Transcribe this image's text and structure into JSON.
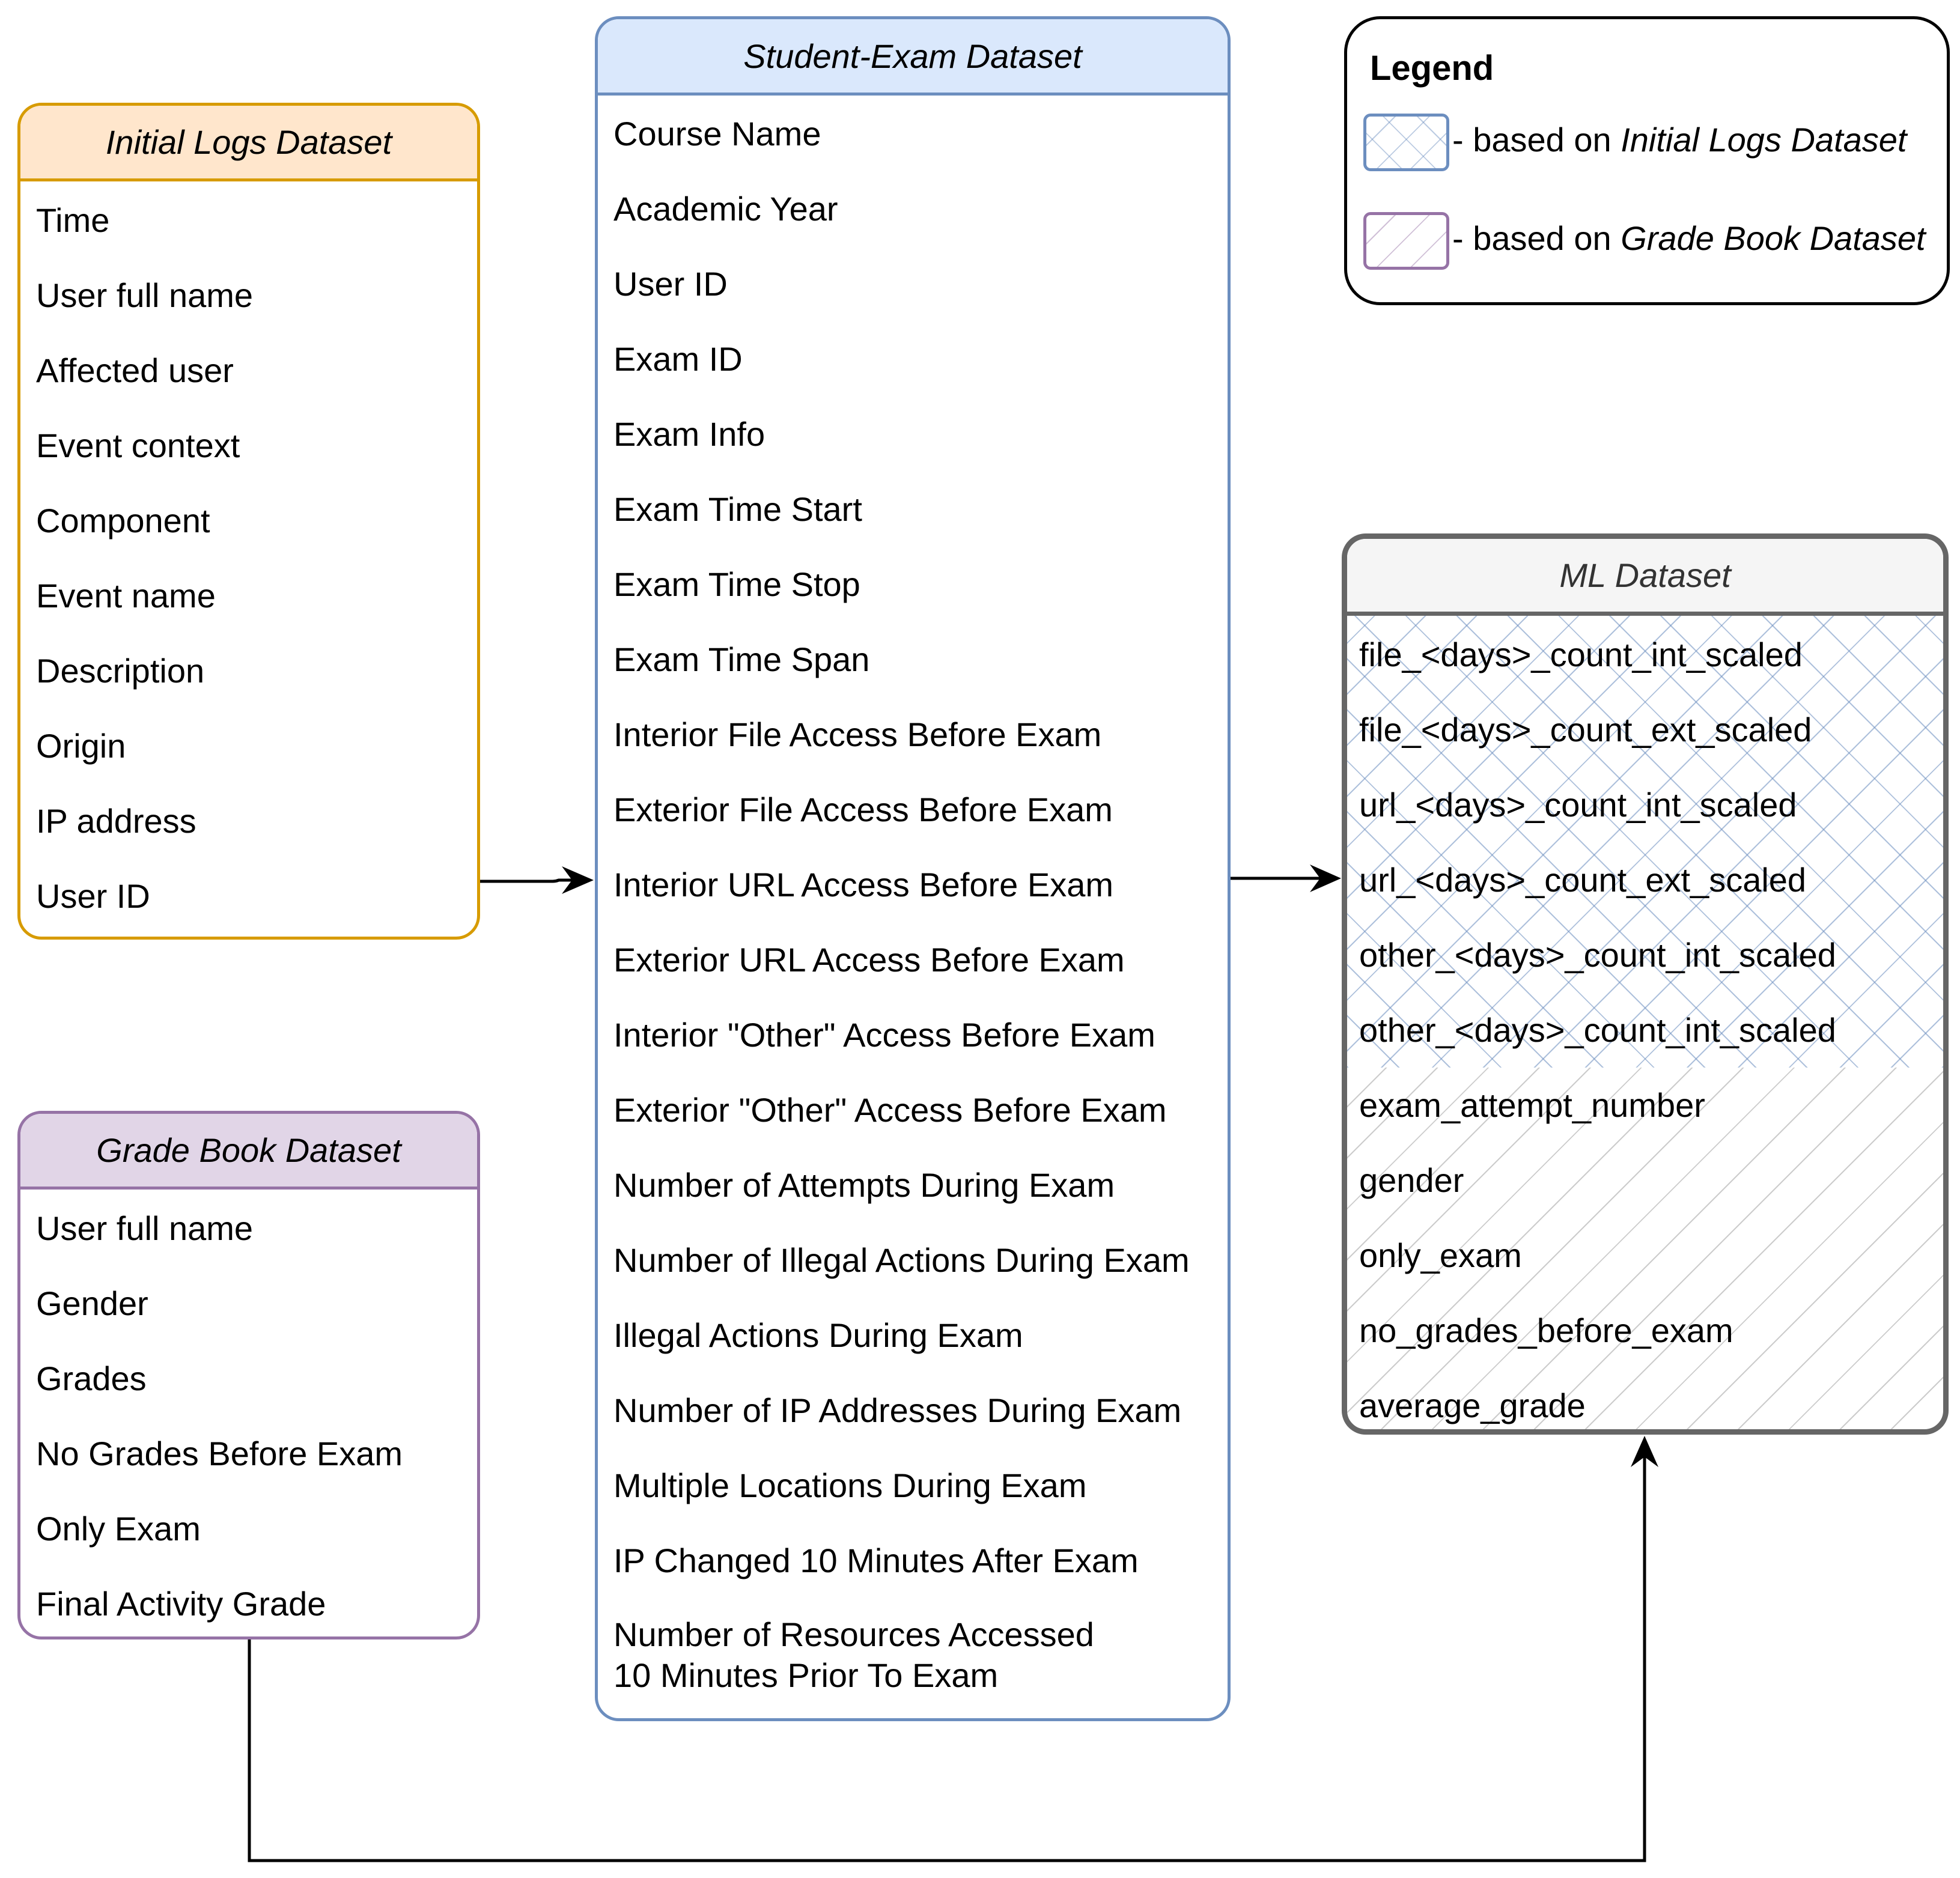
{
  "initial_logs": {
    "title": "Initial Logs Dataset",
    "fields": [
      "Time",
      "User full name",
      "Affected user",
      "Event context",
      "Component",
      "Event name",
      "Description",
      "Origin",
      "IP address",
      "User ID"
    ]
  },
  "grade_book": {
    "title": "Grade Book Dataset",
    "fields": [
      "User full name",
      "Gender",
      "Grades",
      "No Grades Before Exam",
      "Only Exam",
      "Final Activity Grade"
    ]
  },
  "student_exam": {
    "title": "Student-Exam Dataset",
    "fields": [
      "Course Name",
      "Academic Year",
      "User ID",
      "Exam ID",
      "Exam Info",
      "Exam Time Start",
      "Exam Time Stop",
      "Exam Time Span",
      "Interior File Access Before Exam",
      "Exterior File Access Before Exam",
      "Interior URL Access Before Exam",
      "Exterior URL Access Before Exam",
      "Interior \"Other\" Access Before Exam",
      "Exterior \"Other\" Access Before Exam",
      "Number of Attempts During Exam",
      "Number of Illegal Actions During Exam",
      "Illegal Actions During Exam",
      "Number of IP Addresses During Exam",
      "Multiple Locations During Exam",
      "IP Changed 10 Minutes After Exam"
    ],
    "last_field_line1": "Number of Resources Accessed",
    "last_field_line2": "10 Minutes Prior To Exam"
  },
  "ml_dataset": {
    "title": "ML Dataset",
    "fields": [
      "file_<days>_count_int_scaled",
      "file_<days>_count_ext_scaled",
      "url_<days>_count_int_scaled",
      "url_<days>_count_ext_scaled",
      "other_<days>_count_int_scaled",
      "other_<days>_count_int_scaled",
      "exam_attempt_number",
      "gender",
      "only_exam",
      "no_grades_before_exam",
      "average_grade"
    ]
  },
  "legend": {
    "title": "Legend",
    "item1_prefix": "- based on ",
    "item1_name": "Initial Logs Dataset",
    "item2_prefix": "- based on ",
    "item2_name": "Grade Book Dataset"
  },
  "colors": {
    "initial_border": "#d79b00",
    "initial_header": "#ffe6cc",
    "grade_border": "#9673a6",
    "grade_header": "#e1d5e7",
    "student_border": "#6c8ebf",
    "student_header": "#dae8fc",
    "ml_border": "#666666",
    "ml_header": "#f5f5f5"
  }
}
